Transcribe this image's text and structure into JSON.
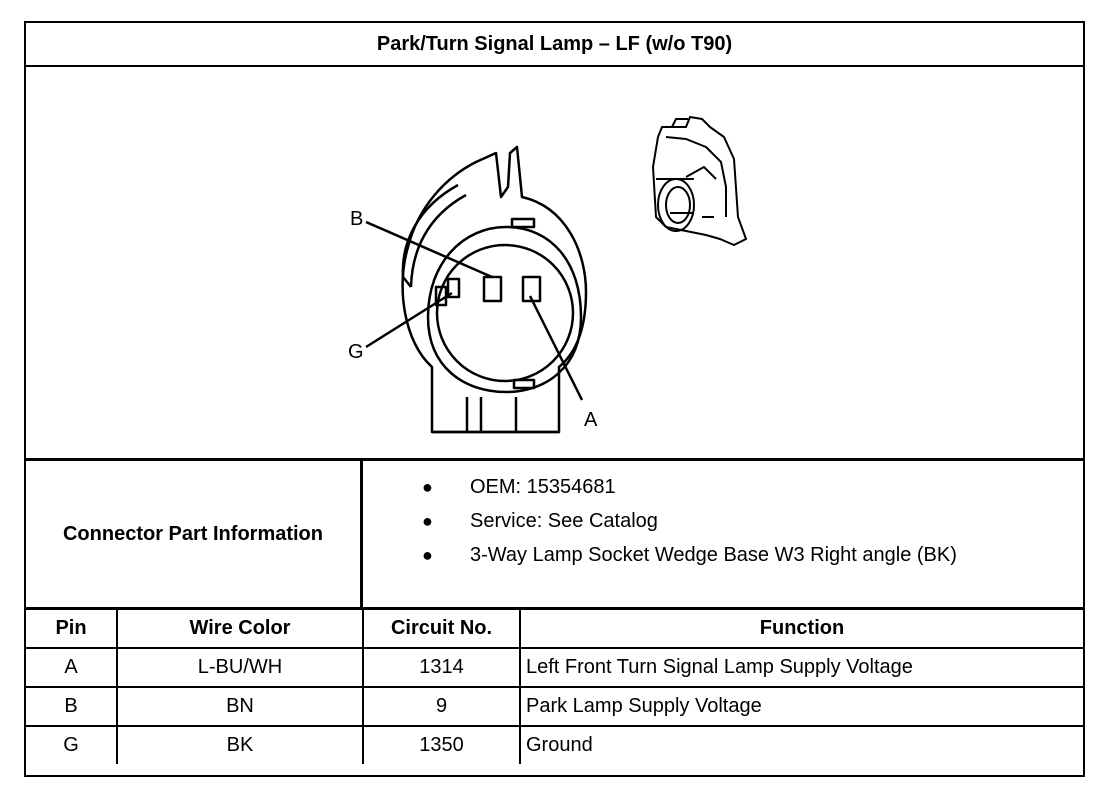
{
  "title": "Park/Turn Signal Lamp – LF (w/o T90)",
  "drawing": {
    "pin_labels": {
      "b": "B",
      "g": "G",
      "a": "A"
    }
  },
  "connector_info": {
    "label": "Connector Part Information",
    "items": [
      "OEM: 15354681",
      "Service: See Catalog",
      "3-Way Lamp Socket Wedge Base W3 Right angle (BK)"
    ]
  },
  "pin_table": {
    "headers": {
      "pin": "Pin",
      "wire_color": "Wire Color",
      "circuit": "Circuit No.",
      "function": "Function"
    },
    "rows": [
      {
        "pin": "A",
        "wire_color": "L-BU/WH",
        "circuit": "1314",
        "function": "Left Front Turn Signal Lamp Supply Voltage"
      },
      {
        "pin": "B",
        "wire_color": "BN",
        "circuit": "9",
        "function": "Park Lamp Supply Voltage"
      },
      {
        "pin": "G",
        "wire_color": "BK",
        "circuit": "1350",
        "function": "Ground"
      }
    ]
  }
}
